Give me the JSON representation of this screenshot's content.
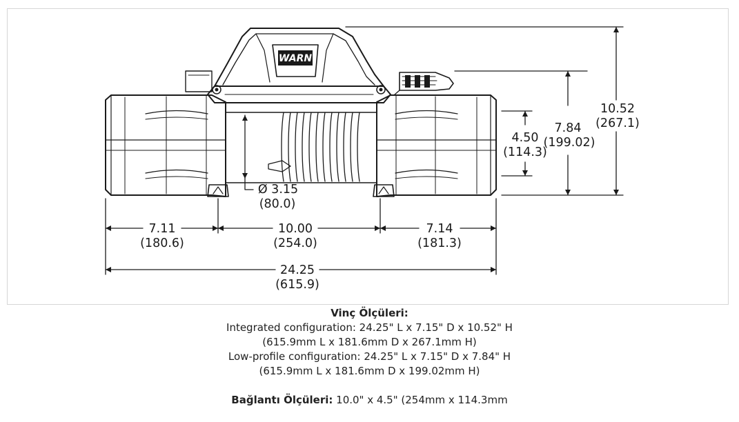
{
  "diagram": {
    "logo_text": "WARN",
    "dims": {
      "left_width": {
        "value": "7.11",
        "metric": "(180.6)"
      },
      "drum_width": {
        "value": "10.00",
        "metric": "(254.0)"
      },
      "right_width": {
        "value": "7.14",
        "metric": "(181.3)"
      },
      "total_length": {
        "value": "24.25",
        "metric": "(615.9)"
      },
      "drum_diameter": {
        "value": "Ø 3.15",
        "metric": "(80.0)"
      },
      "mount_height": {
        "value": "4.50",
        "metric": "(114.3)"
      },
      "lowprofile_height": {
        "value": "7.84",
        "metric": "(199.02)"
      },
      "overall_height": {
        "value": "10.52",
        "metric": "(267.1)"
      }
    }
  },
  "caption": {
    "title": "Vinç Ölçüleri:",
    "line1": "Integrated configuration: 24.25\" L x 7.15\" D x 10.52\" H",
    "line2": "(615.9mm L x 181.6mm D x 267.1mm H)",
    "line3": "Low-profile configuration: 24.25\" L x 7.15\" D x 7.84\" H",
    "line4": "(615.9mm L x 181.6mm D x 199.02mm H)",
    "mount_label": "Bağlantı Ölçüleri:",
    "mount_value": " 10.0\" x 4.5\" (254mm x 114.3mm"
  },
  "colors": {
    "line": "#1a1a1a",
    "border": "#d6d6d6"
  }
}
